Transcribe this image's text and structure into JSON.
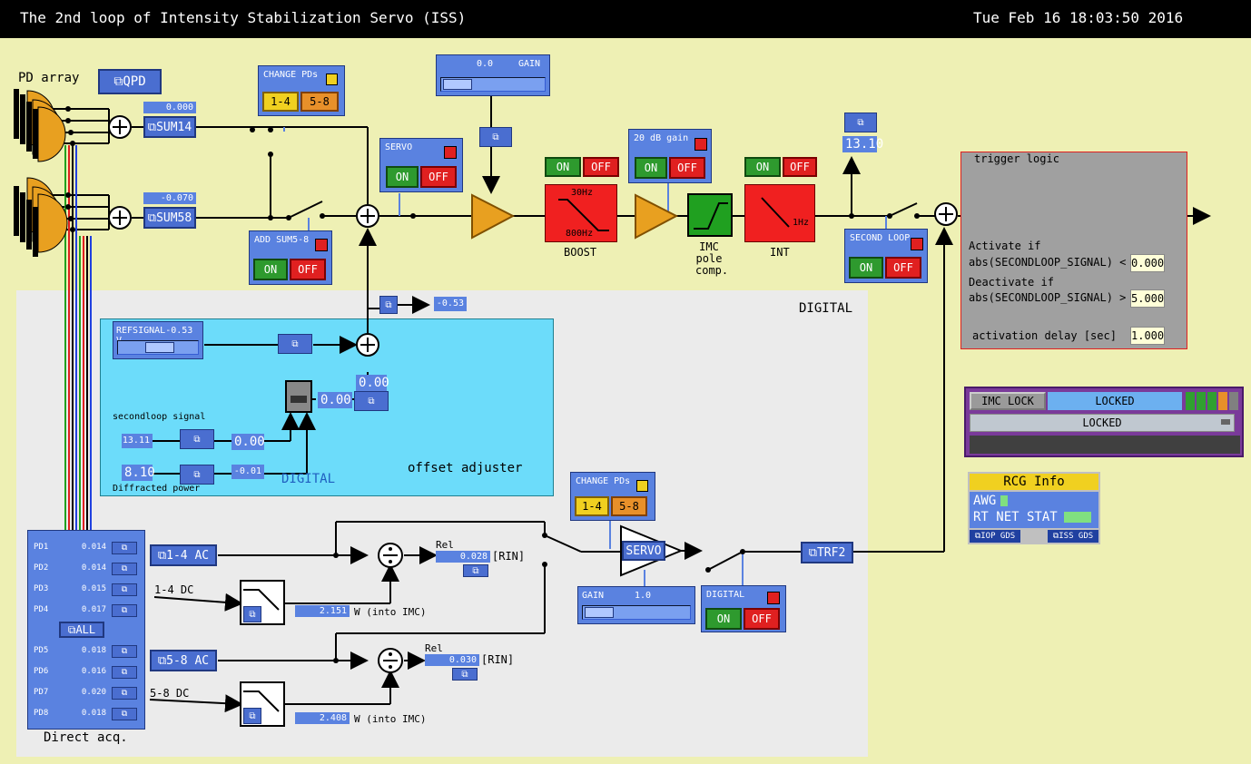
{
  "header": {
    "title": "The 2nd loop of Intensity Stabilization Servo (ISS)",
    "datetime": "Tue Feb 16 18:03:50 2016"
  },
  "pd_array": {
    "label": "PD array"
  },
  "qpd_button": "QPD",
  "sum14": {
    "label": "SUM14",
    "value": "0.000"
  },
  "sum58": {
    "label": "SUM58",
    "value": "-0.070"
  },
  "change_pds_top": {
    "title": "CHANGE PDs",
    "btn1": "1-4",
    "btn2": "5-8"
  },
  "gain_top": {
    "title": "GAIN",
    "value": "0.0"
  },
  "servo_panel": {
    "title": "SERVO",
    "on": "ON",
    "off": "OFF"
  },
  "add_sum58": {
    "title": "ADD SUM5-8",
    "on": "ON",
    "off": "OFF"
  },
  "boost": {
    "on": "ON",
    "off": "OFF",
    "f1": "30Hz",
    "f2": "800Hz",
    "label": "BOOST"
  },
  "gain20": {
    "title": "20 dB gain",
    "on": "ON",
    "off": "OFF"
  },
  "imc_pole": {
    "label": "IMC pole comp."
  },
  "int": {
    "on": "ON",
    "off": "OFF",
    "freq": "1Hz",
    "label": "INT"
  },
  "out_readback": "13.10",
  "second_loop": {
    "title": "SECOND LOOP",
    "on": "ON",
    "off": "OFF"
  },
  "trigger": {
    "title": "trigger logic",
    "activate_label": "Activate if",
    "activate_expr": "abs(SECONDLOOP_SIGNAL) <",
    "activate_value": "0.000",
    "deactivate_label": "Deactivate if",
    "deactivate_expr": "abs(SECONDLOOP_SIGNAL) >",
    "deactivate_value": "5.000",
    "delay_label": "activation delay [sec]",
    "delay_value": "1.000"
  },
  "imc_lock": {
    "button": "IMC LOCK",
    "status": "LOCKED",
    "menu": "LOCKED"
  },
  "rcg": {
    "title": "RCG Info",
    "awg": "AWG",
    "rt": "RT NET STAT",
    "iop": "IOP GDS",
    "iss": "ISS GDS"
  },
  "digital": {
    "label": "DIGITAL",
    "label2": "DIGITAL"
  },
  "ref_signal": {
    "title": "REFSIGNAL",
    "value": "-0.53 V",
    "readback": "-0.53"
  },
  "offset": {
    "secondloop_label": "secondloop signal",
    "secondloop_value": "13.11",
    "secondloop_out": "0.00",
    "diffracted_label": "Diffracted power",
    "diffracted_value": "8.10",
    "diffracted_out": "-0.01",
    "mult_out": "0.00",
    "sum_out": "0.00",
    "title": "offset adjuster"
  },
  "direct_acq": {
    "label": "Direct acq.",
    "all": "ALL",
    "pds": [
      {
        "name": "PD1",
        "value": "0.014"
      },
      {
        "name": "PD2",
        "value": "0.014"
      },
      {
        "name": "PD3",
        "value": "0.015"
      },
      {
        "name": "PD4",
        "value": "0.017"
      },
      {
        "name": "PD5",
        "value": "0.018"
      },
      {
        "name": "PD6",
        "value": "0.016"
      },
      {
        "name": "PD7",
        "value": "0.020"
      },
      {
        "name": "PD8",
        "value": "0.018"
      }
    ]
  },
  "ac14": {
    "label": "1-4 AC",
    "dc": "1-4 DC",
    "rel": "Rel",
    "rel_value": "0.028",
    "rin": "[RIN]",
    "w": "2.151",
    "w_unit": "W (into IMC)"
  },
  "ac58": {
    "label": "5-8 AC",
    "dc": "5-8 DC",
    "rel": "Rel",
    "rel_value": "0.030",
    "rin": "[RIN]",
    "w": "2.408",
    "w_unit": "W (into IMC)"
  },
  "change_pds_bottom": {
    "title": "CHANGE PDs",
    "btn1": "1-4",
    "btn2": "5-8"
  },
  "servo_amp": {
    "label": "SERVO"
  },
  "gain_bottom": {
    "title": "GAIN",
    "value": "1.0"
  },
  "digital_panel": {
    "title": "DIGITAL",
    "on": "ON",
    "off": "OFF"
  },
  "trf2": "TRF2",
  "colors": {
    "background": "#eef0b4",
    "panel": "#5a82e0",
    "on": "#2e9a2e",
    "off": "#e02020",
    "digital_region": "#ebebeb",
    "offset_region": "#6cdcfa"
  }
}
